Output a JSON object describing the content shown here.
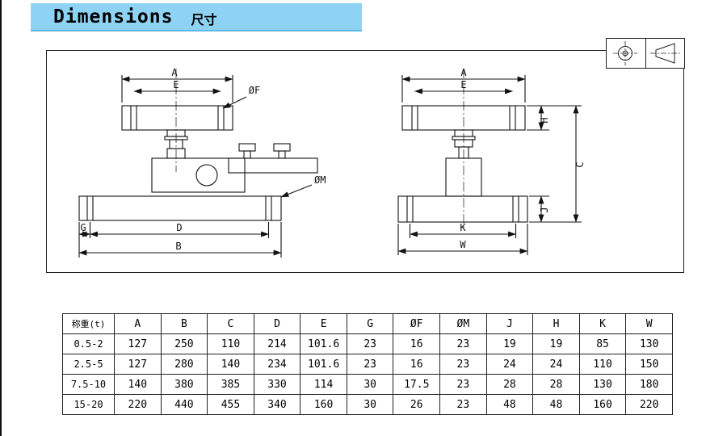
{
  "header": {
    "title": "Dimensions",
    "subtitle": "尺寸",
    "bar_color": "#8ED3F3"
  },
  "drawing": {
    "labels": {
      "A": "A",
      "B": "B",
      "C": "C",
      "D": "D",
      "E": "E",
      "G": "G",
      "H": "H",
      "J": "J",
      "K": "K",
      "W": "W",
      "phiF": "ØF",
      "phiM": "ØM"
    }
  },
  "table": {
    "headers": [
      "称重(t)",
      "A",
      "B",
      "C",
      "D",
      "E",
      "G",
      "ØF",
      "ØM",
      "J",
      "H",
      "K",
      "W"
    ],
    "rows": [
      [
        "0.5-2",
        "127",
        "250",
        "110",
        "214",
        "101.6",
        "23",
        "16",
        "23",
        "19",
        "19",
        "85",
        "130"
      ],
      [
        "2.5-5",
        "127",
        "280",
        "140",
        "234",
        "101.6",
        "23",
        "16",
        "23",
        "24",
        "24",
        "110",
        "150"
      ],
      [
        "7.5-10",
        "140",
        "380",
        "385",
        "330",
        "114",
        "30",
        "17.5",
        "23",
        "28",
        "28",
        "130",
        "180"
      ],
      [
        "15-20",
        "220",
        "440",
        "455",
        "340",
        "160",
        "30",
        "26",
        "23",
        "48",
        "48",
        "160",
        "220"
      ]
    ]
  }
}
